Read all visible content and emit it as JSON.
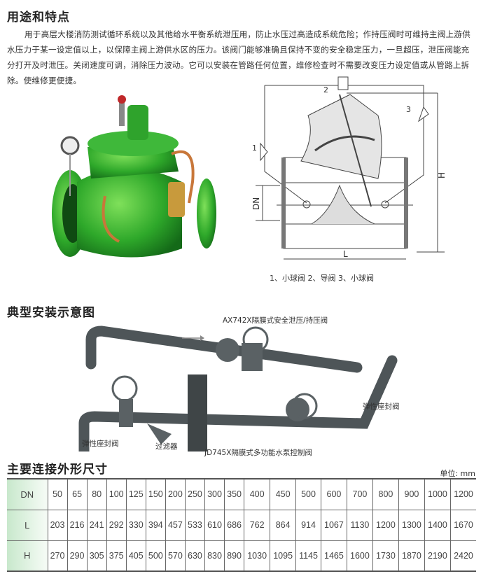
{
  "section1": {
    "title": "用途和特点",
    "paragraph": "用于高层大楼消防测试循环系统以及其他给水平衡系统泄压用，防止水压过高造成系统危险；作持压阀时可维持主阀上游供水压力于某一设定值以上，以保障主阀上游供水区的压力。该阀门能够准确且保持不变的安全稳定压力，一旦超压，泄压阀能充分打开及时泄压。关闭速度可调，消除压力波动。它可以安装在管路任何位置，维修检查时不需要改变压力设定值或从管路上拆除。使维修更便捷。"
  },
  "drawing": {
    "labels": {
      "n1": "1",
      "n2": "2",
      "n3": "3",
      "dn": "DN",
      "h": "H",
      "l": "L"
    },
    "caption": "1、小球阀 2、导阀 3、小球阀"
  },
  "section2": {
    "title": "典型安装示意图",
    "callouts": {
      "relief_valve": "AX742X隔膜式安全泄压/持压阀",
      "gate_valve_right": "弹性座封阀",
      "gate_valve_left": "弹性座封阀",
      "strainer": "过滤器",
      "pump_control_valve": "JD745X隔膜式多功能水泵控制阀"
    }
  },
  "section3": {
    "title": "主要连接外形尺寸",
    "unit": "单位: mm",
    "rows": [
      {
        "label": "DN",
        "values": [
          "50",
          "65",
          "80",
          "100",
          "125",
          "150",
          "200",
          "250",
          "300",
          "350",
          "400",
          "450",
          "500",
          "600",
          "700",
          "800",
          "900",
          "1000",
          "1200"
        ]
      },
      {
        "label": "L",
        "values": [
          "203",
          "216",
          "241",
          "292",
          "330",
          "394",
          "457",
          "533",
          "610",
          "686",
          "762",
          "864",
          "914",
          "1067",
          "1130",
          "1200",
          "1300",
          "1400",
          "1670"
        ]
      },
      {
        "label": "H",
        "values": [
          "270",
          "290",
          "305",
          "375",
          "405",
          "500",
          "570",
          "630",
          "830",
          "890",
          "1030",
          "1095",
          "1145",
          "1465",
          "1600",
          "1730",
          "1870",
          "2190",
          "2420"
        ]
      }
    ]
  }
}
